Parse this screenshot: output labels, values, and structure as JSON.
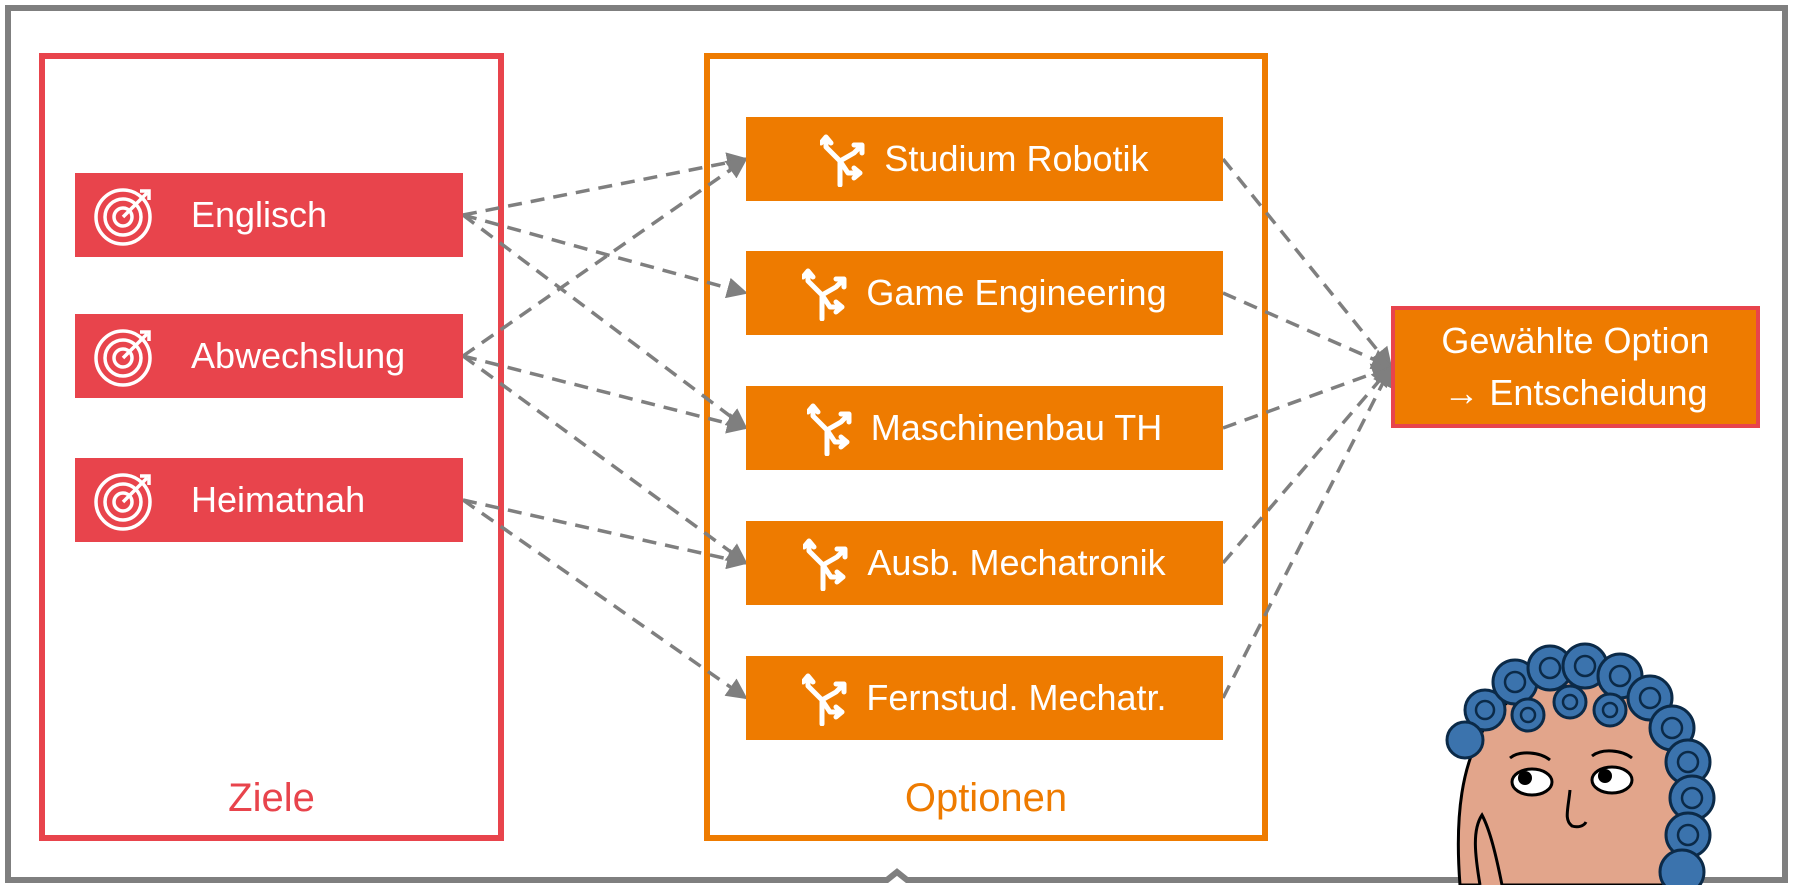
{
  "colors": {
    "goal": "#e8444c",
    "option": "#ee7b00",
    "frame": "#7f7f7f",
    "arrow": "#7f7f7f"
  },
  "goals_panel": {
    "title": "Ziele",
    "items": [
      {
        "label": "Englisch",
        "icon": "target-icon"
      },
      {
        "label": "Abwechslung",
        "icon": "target-icon"
      },
      {
        "label": "Heimatnah",
        "icon": "target-icon"
      }
    ]
  },
  "options_panel": {
    "title": "Optionen",
    "items": [
      {
        "label": "Studium Robotik",
        "icon": "fork-arrows-icon"
      },
      {
        "label": "Game Engineering",
        "icon": "fork-arrows-icon"
      },
      {
        "label": "Maschinenbau TH",
        "icon": "fork-arrows-icon"
      },
      {
        "label": "Ausb. Mechatronik",
        "icon": "fork-arrows-icon"
      },
      {
        "label": "Fernstud. Mechatr.",
        "icon": "fork-arrows-icon"
      }
    ]
  },
  "decision": {
    "line1": "Gewählte Option",
    "line2": "→ Entscheidung"
  },
  "goal_option_links": [
    [
      0,
      0
    ],
    [
      0,
      1
    ],
    [
      0,
      2
    ],
    [
      1,
      0
    ],
    [
      1,
      2
    ],
    [
      1,
      3
    ],
    [
      2,
      3
    ],
    [
      2,
      4
    ]
  ],
  "illustration": "thinking-person-illustration"
}
